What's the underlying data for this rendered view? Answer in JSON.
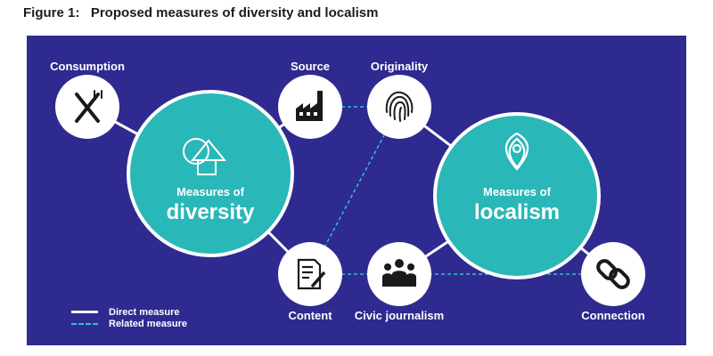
{
  "figure": {
    "title": "Figure 1:   Proposed measures of diversity and localism"
  },
  "hubs": {
    "diversity": {
      "line1": "Measures of",
      "line2": "diversity"
    },
    "localism": {
      "line1": "Measures of",
      "line2": "localism"
    }
  },
  "nodes": {
    "consumption": {
      "label": "Consumption",
      "icon": "fork-knife-icon"
    },
    "source": {
      "label": "Source",
      "icon": "factory-icon"
    },
    "originality": {
      "label": "Originality",
      "icon": "fingerprint-icon"
    },
    "content": {
      "label": "Content",
      "icon": "document-pen-icon"
    },
    "civic": {
      "label": "Civic journalism",
      "icon": "people-group-icon"
    },
    "connection": {
      "label": "Connection",
      "icon": "chain-link-icon"
    }
  },
  "legend": {
    "direct": "Direct measure",
    "related": "Related measure"
  },
  "colors": {
    "background": "#2e2a8f",
    "hub": "#2ab7b8",
    "node": "#ffffff",
    "direct_line": "#ffffff",
    "related_line": "#2fc4c4",
    "icon": "#1a1a1a"
  }
}
